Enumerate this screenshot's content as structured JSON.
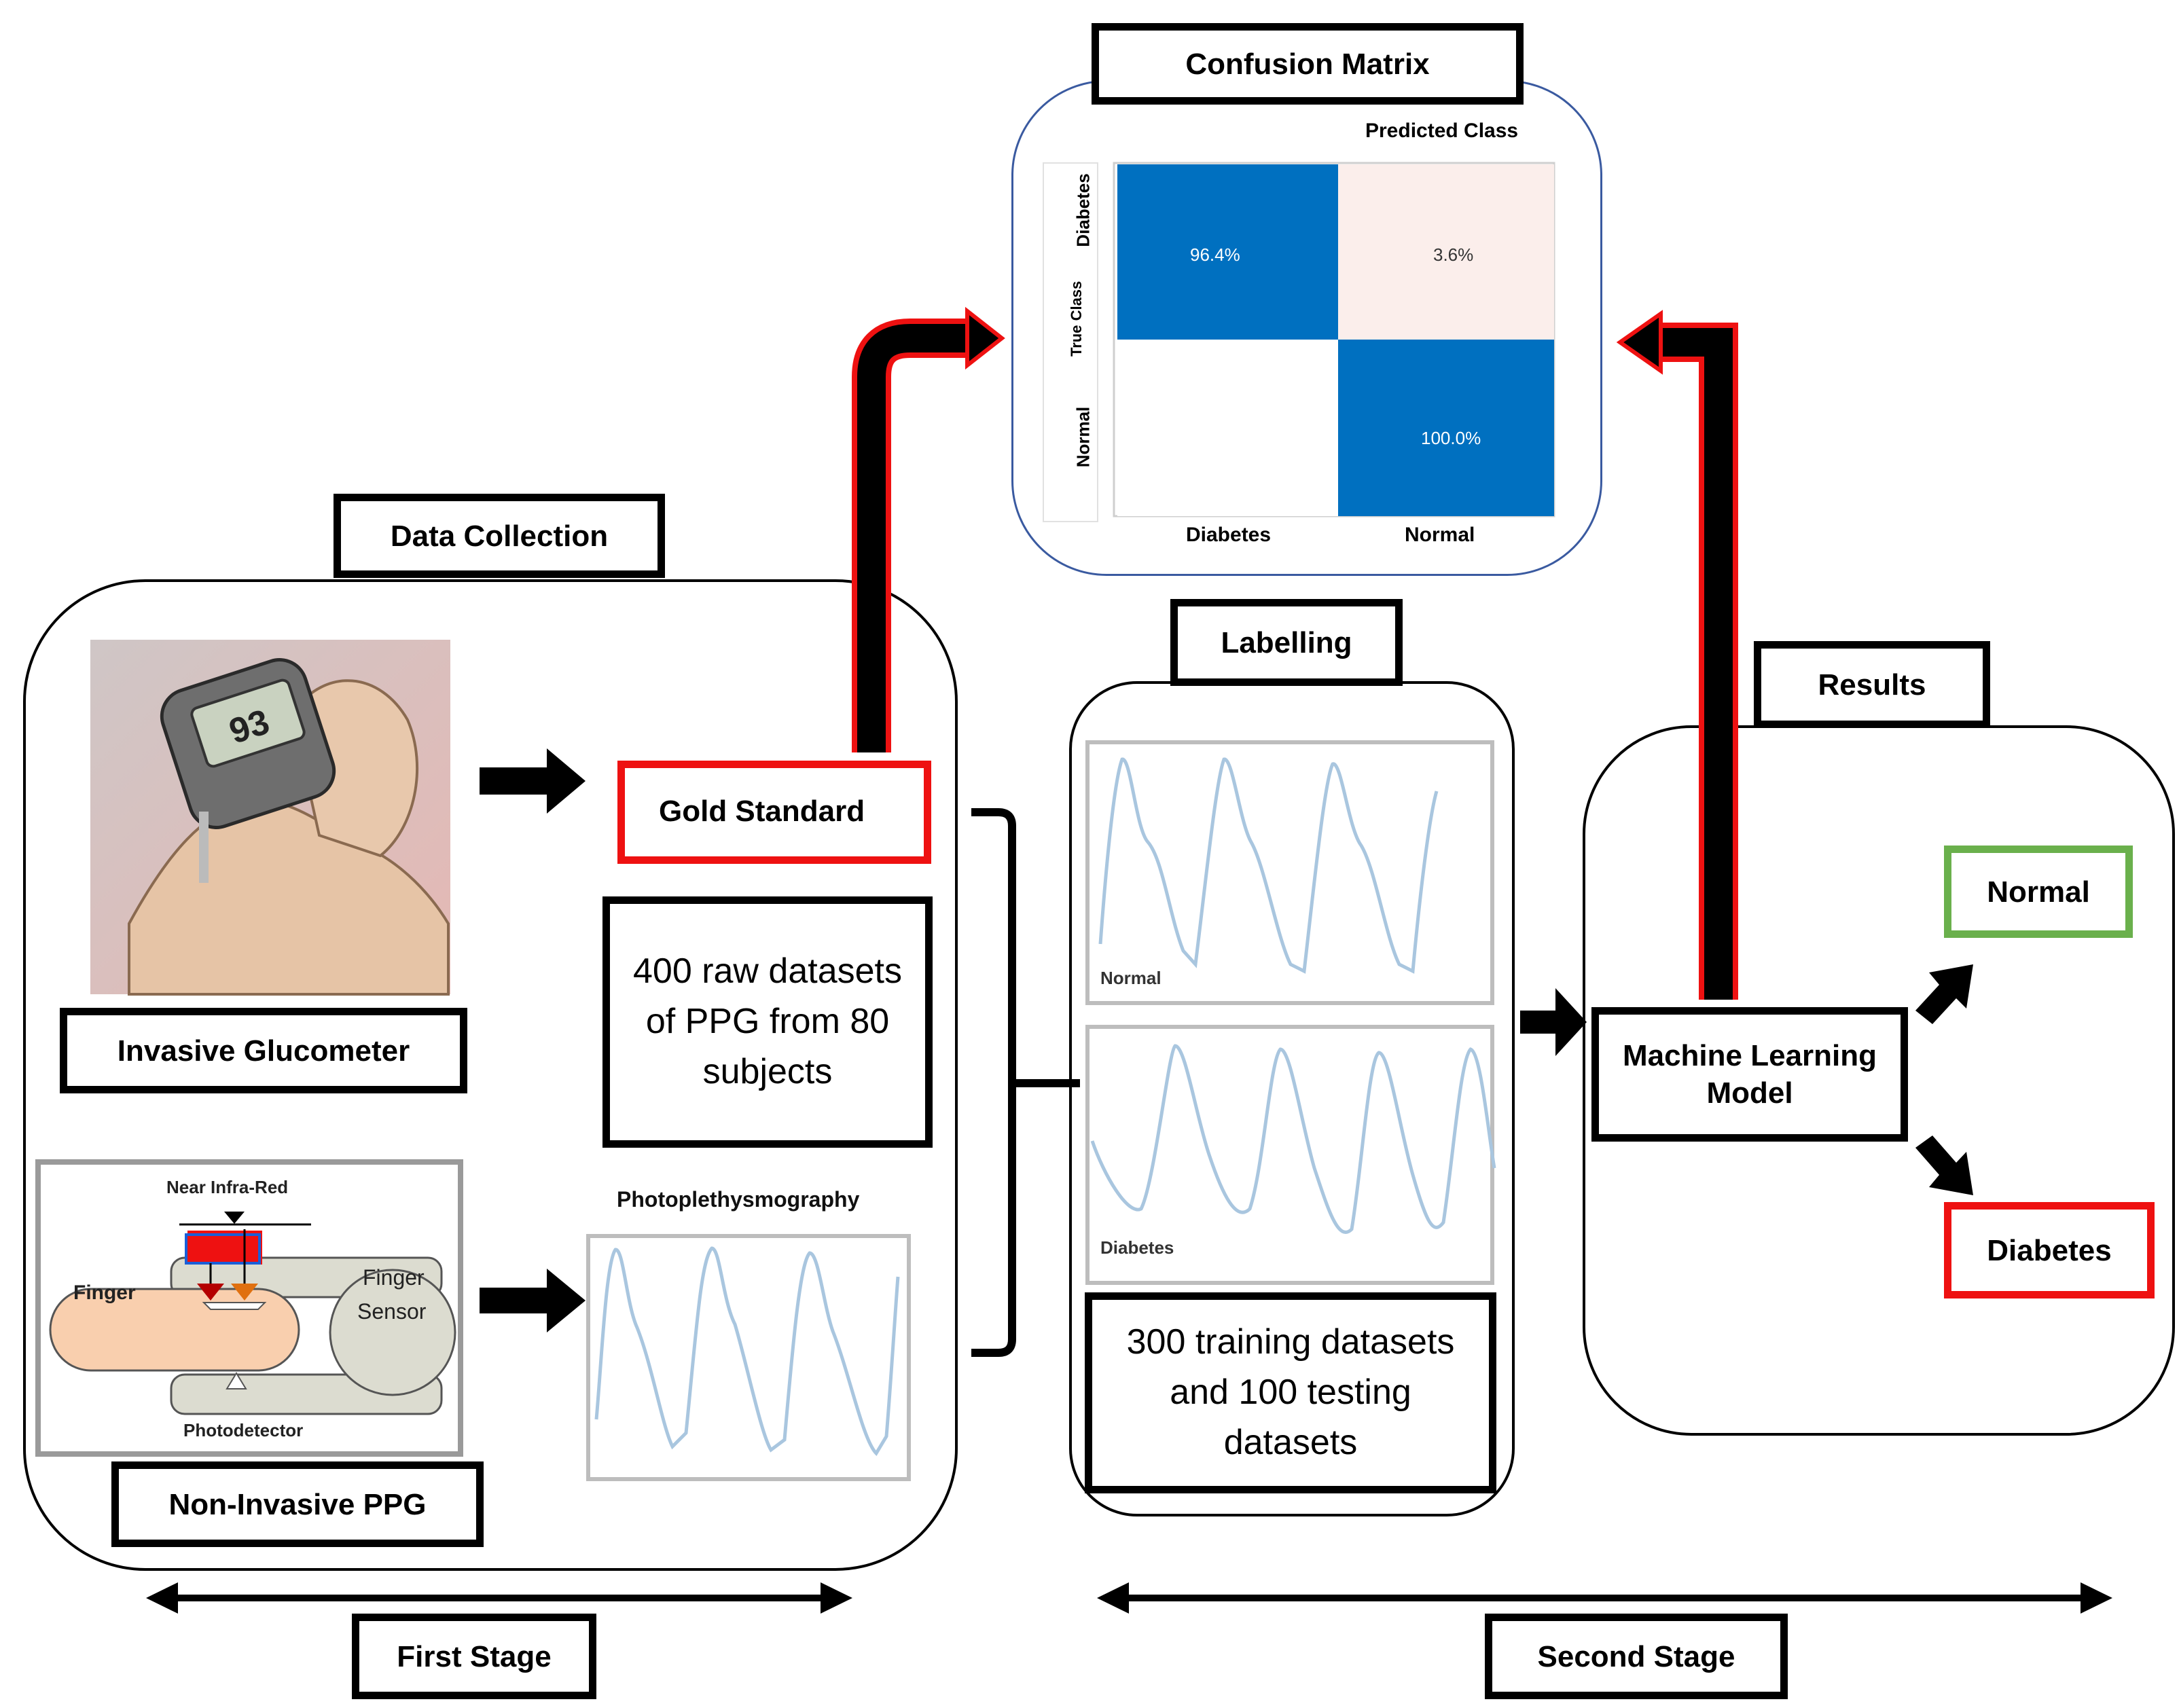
{
  "stages": {
    "first": "First Stage",
    "second": "Second Stage"
  },
  "data_collection": {
    "title": "Data Collection",
    "invasive_label": "Invasive Glucometer",
    "glucometer_reading": "93",
    "gold_standard": "Gold Standard",
    "raw_datasets": "400 raw datasets of PPG from 80 subjects",
    "ppg_title": "Photoplethysmography",
    "noninvasive_label": "Non-Invasive PPG",
    "sensor": {
      "near_ir": "Near Infra-Red",
      "finger": "Finger",
      "finger_sensor": "Finger Sensor",
      "photodetector": "Photodetector"
    }
  },
  "labelling": {
    "title": "Labelling",
    "normal_plot_label": "Normal",
    "diabetes_plot_label": "Diabetes",
    "split": "300 training datasets and 100 testing datasets"
  },
  "confusion_matrix": {
    "title": "Confusion Matrix",
    "predicted_class": "Predicted Class",
    "true_class": "True Class",
    "rows": [
      "Diabetes",
      "Normal"
    ],
    "cols": [
      "Diabetes",
      "Normal"
    ],
    "cells": [
      [
        "96.4%",
        "3.6%"
      ],
      [
        "",
        "100.0%"
      ]
    ]
  },
  "results": {
    "title": "Results",
    "model": "Machine Learning Model",
    "normal": "Normal",
    "diabetes": "Diabetes"
  },
  "colors": {
    "accent_red": "#ee1111",
    "green": "#6ab04c",
    "cm_blue": "#0070c0",
    "cm_light": "#fbeeeb",
    "ppg_line": "#a9c6df"
  }
}
